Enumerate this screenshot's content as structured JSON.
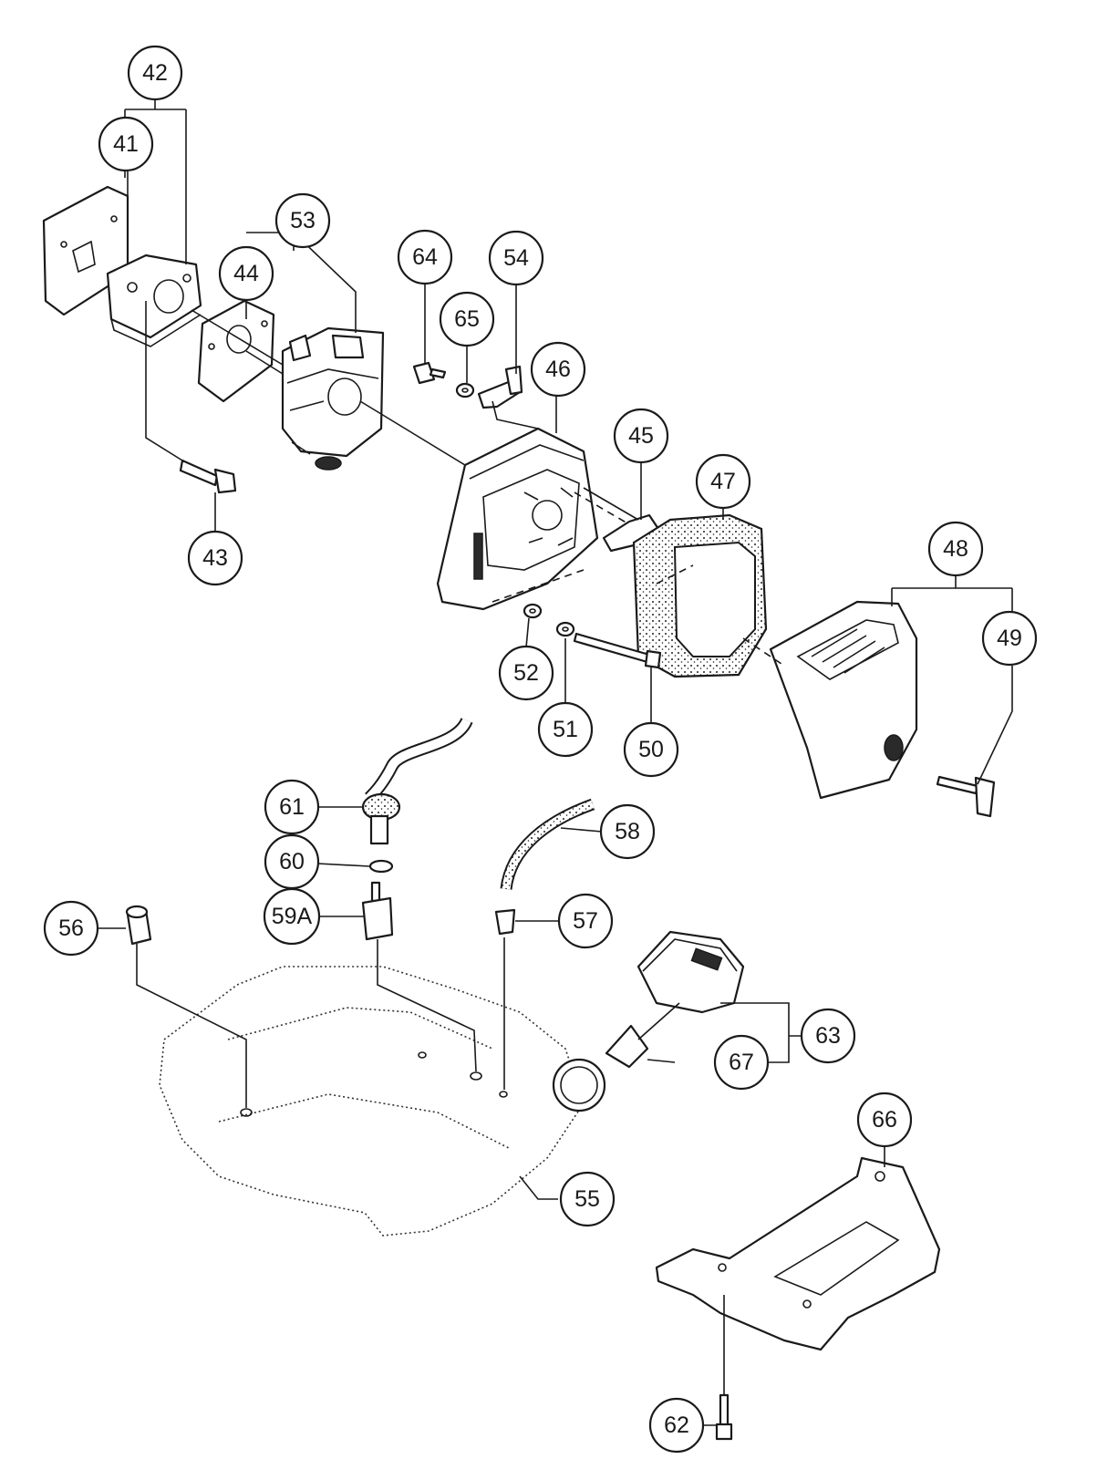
{
  "callouts": [
    {
      "id": "41",
      "label": "41"
    },
    {
      "id": "42",
      "label": "42"
    },
    {
      "id": "43",
      "label": "43"
    },
    {
      "id": "44",
      "label": "44"
    },
    {
      "id": "45",
      "label": "45"
    },
    {
      "id": "46",
      "label": "46"
    },
    {
      "id": "47",
      "label": "47"
    },
    {
      "id": "48",
      "label": "48"
    },
    {
      "id": "49",
      "label": "49"
    },
    {
      "id": "50",
      "label": "50"
    },
    {
      "id": "51",
      "label": "51"
    },
    {
      "id": "52",
      "label": "52"
    },
    {
      "id": "53",
      "label": "53"
    },
    {
      "id": "54",
      "label": "54"
    },
    {
      "id": "55",
      "label": "55"
    },
    {
      "id": "56",
      "label": "56"
    },
    {
      "id": "57",
      "label": "57"
    },
    {
      "id": "58",
      "label": "58"
    },
    {
      "id": "59A",
      "label": "59A"
    },
    {
      "id": "60",
      "label": "60"
    },
    {
      "id": "61",
      "label": "61"
    },
    {
      "id": "62",
      "label": "62"
    },
    {
      "id": "63",
      "label": "63"
    },
    {
      "id": "64",
      "label": "64"
    },
    {
      "id": "65",
      "label": "65"
    },
    {
      "id": "66",
      "label": "66"
    },
    {
      "id": "67",
      "label": "67"
    }
  ]
}
